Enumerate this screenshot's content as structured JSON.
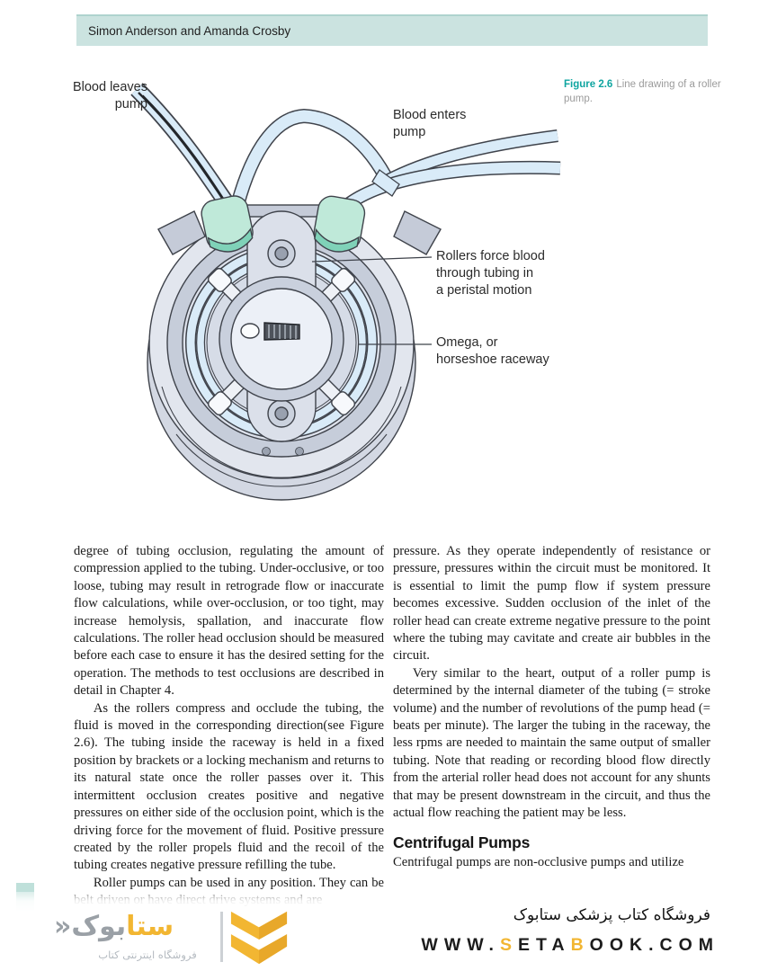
{
  "header": {
    "authors": "Simon Anderson and Amanda Crosby"
  },
  "figure": {
    "caption": {
      "label": "Figure 2.6",
      "text": "Line drawing of a roller pump."
    },
    "labels": {
      "blood_leaves": "Blood leaves\npump",
      "blood_enters": "Blood enters\npump",
      "rollers": "Rollers force blood\nthrough tubing in\na peristal motion",
      "omega": "Omega, or\nhorseshoe raceway"
    }
  },
  "body": {
    "left_paragraphs": [
      "degree of tubing occlusion, regulating the amount of compression applied to the tubing. Under-occlusive, or too loose, tubing may result in retrograde flow or inaccurate flow calculations, while over-occlusion, or too tight, may increase hemolysis, spallation, and inaccurate flow calculations. The roller head occlusion should be measured before each case to ensure it has the desired setting for the operation. The methods to test occlusions are described in detail in Chapter 4.",
      "As the rollers compress and occlude the tubing, the fluid is moved in the corresponding direction(see Figure 2.6). The tubing inside the raceway is held in a fixed position by brackets or a locking mechanism and returns to its natural state once the roller passes over it. This intermittent occlusion creates positive and negative pressures on either side of the occlusion point, which is the driving force for the movement of fluid. Positive pressure created by the roller propels fluid and the recoil of the tubing creates negative pressure refilling the tube.",
      "Roller pumps can be used in any position. They can be belt driven or have direct drive systems and are"
    ],
    "right_paragraphs": [
      "pressure. As they operate independently of resistance or pressure, pressures within the circuit must be monitored. It is essential to limit the pump flow if system pressure becomes excessive. Sudden occlusion of the inlet of the roller head can create extreme negative pressure to the point where the tubing may cavitate and create air bubbles in the circuit.",
      "Very similar to the heart, output of a roller pump is determined by the internal diameter of the tubing (= stroke volume) and the number of revolutions of the pump head (= beats per minute). The larger the tubing in the raceway, the less rpms are needed to maintain the same output of smaller tubing. Note that reading or recording blood flow directly from the arterial roller head does not account for any shunts that may be present downstream in the circuit, and thus the actual flow reaching the patient may be less."
    ],
    "section_heading": "Centrifugal Pumps",
    "after_heading": "Centrifugal pumps are non-occlusive pumps and utilize"
  },
  "footer": {
    "brand": {
      "wordmark_yellow": "ستا",
      "wordmark_gray": "بوک«",
      "tagline": "فروشگاه اینترنتی کتاب"
    },
    "store_line": "فروشگاه کتاب پزشکی ستابوک",
    "url_segments": [
      {
        "text": "WWW.",
        "color": "#1c1c1c"
      },
      {
        "text": "S",
        "color": "#f2b632"
      },
      {
        "text": "ETA",
        "color": "#1c1c1c"
      },
      {
        "text": "B",
        "color": "#f2b632"
      },
      {
        "text": "OOK.COM",
        "color": "#1c1c1c"
      }
    ]
  },
  "colors": {
    "header_bar": "#cbe3e0",
    "caption_accent": "#0fa5a0",
    "tube_blue": "#d9ebf8",
    "clamp_teal": "#b9e7d7",
    "logo_gold": "#f2b632"
  }
}
